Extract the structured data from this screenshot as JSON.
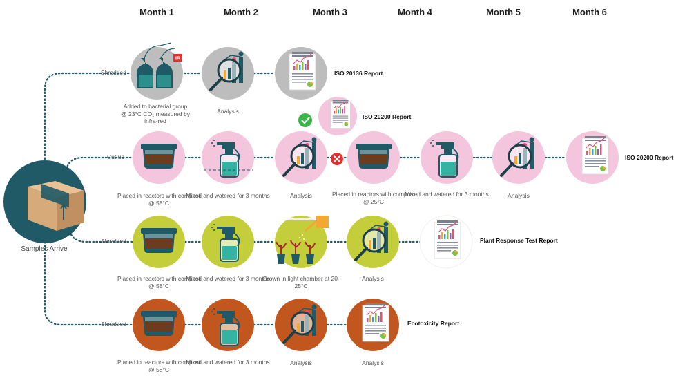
{
  "months": [
    "Month 1",
    "Month 2",
    "Month 3",
    "Month 4",
    "Month 5",
    "Month 6"
  ],
  "origin_label": "Samples Arrive",
  "branches": [
    "Shredded",
    "Cut up",
    "Shredded",
    "Shredded"
  ],
  "captions": {
    "r1_bottles": "Added to bacterial group @ 23°C CO₂ measured by infra-red",
    "r1_analysis": "Analysis",
    "r2_reactor": "Placed in reactors with compost @ 58°C",
    "r2_mixed": "Mixed and watered for 3 months",
    "r2_analysis": "Analysis",
    "r2_reactor2": "Placed in reactors with compost @ 25°C",
    "r2_mixed2": "Mixed and watered for 3 months",
    "r2_analysis2": "Analysis",
    "r3_reactor": "Placed in reactors with compost @ 58°C",
    "r3_mixed": "Mixed and watered for 3 months",
    "r3_grown": "Grown in light chamber at 20-25°C",
    "r3_analysis": "Analysis",
    "r4_reactor": "Placed in reactors with compost @ 58°C",
    "r4_mixed": "Mixed and watered for 3 months",
    "r4_analysis": "Analysis",
    "r4_analysis2": "Analysis"
  },
  "reports": {
    "iso20136": "ISO 20136 Report",
    "iso20200_mid": "ISO 20200 Report",
    "iso20200_end": "ISO 20200 Report",
    "plant": "Plant Response Test Report",
    "ecotox": "Ecotoxicity Report"
  },
  "ir_badge": "IR",
  "colors": {
    "grey": "#bdbdbd",
    "pink": "#f4c6de",
    "lime": "#c4ce3a",
    "rust": "#c1571f",
    "teal": "#1f5a66",
    "dark_teal": "#124850",
    "green_check": "#3bb54a",
    "red_x": "#e0332e",
    "box": "#d6aa79"
  }
}
